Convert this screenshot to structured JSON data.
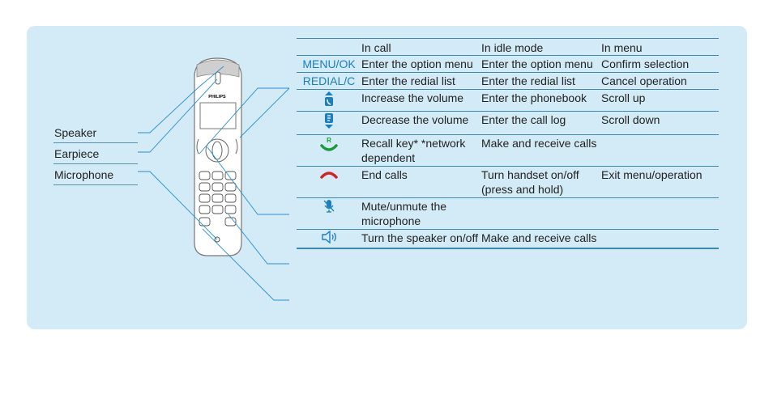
{
  "brand": "PHILIPS",
  "callouts": [
    "Speaker",
    "Earpiece",
    "Microphone"
  ],
  "table": {
    "headers": [
      "",
      "In call",
      "In idle mode",
      "In menu"
    ],
    "rows": [
      {
        "key": "MENU/OK",
        "icon": null,
        "in_call": "Enter the option menu",
        "idle": "Enter the option menu",
        "menu": "Confirm selection"
      },
      {
        "key": "REDIAL/C",
        "icon": null,
        "in_call": "Enter the redial list",
        "idle": "Enter the redial list",
        "menu": "Cancel operation"
      },
      {
        "key": "",
        "icon": "volume-up-phonebook-icon",
        "in_call": "Increase the volume",
        "idle": "Enter the phonebook",
        "menu": "Scroll up"
      },
      {
        "key": "",
        "icon": "volume-down-calllog-icon",
        "in_call": "Decrease the volume",
        "idle": "Enter the call log",
        "menu": "Scroll down"
      },
      {
        "key": "",
        "icon": "recall-talk-icon",
        "in_call": "Recall key* *network dependent",
        "idle": "Make and receive calls",
        "menu": ""
      },
      {
        "key": "",
        "icon": "end-call-icon",
        "in_call": "End calls",
        "idle": "Turn handset on/off (press and hold)",
        "menu": "Exit menu/operation"
      },
      {
        "key": "",
        "icon": "mute-microphone-icon",
        "in_call": "Mute/unmute the microphone",
        "idle": "",
        "menu": ""
      },
      {
        "key": "",
        "icon": "speaker-icon",
        "in_call": "Turn the speaker on/off",
        "idle": "Make and receive calls",
        "menu": ""
      }
    ]
  },
  "colors": {
    "panel": "#d3ebf6",
    "accent": "#1a7fc1",
    "line": "#3d8ab0",
    "green": "#1a9a3a",
    "red": "#d92020"
  }
}
